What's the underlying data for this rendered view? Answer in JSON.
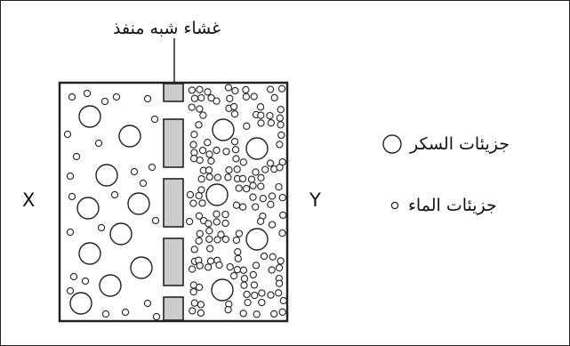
{
  "labels": {
    "membrane": "غشاء شبه منفذ",
    "x": "X",
    "y": "Y"
  },
  "legend": {
    "sugar": "جزيئات السكر",
    "water": "جزيئات الماء"
  },
  "colors": {
    "stroke": "#222222",
    "membrane_fill": "#cccccc"
  }
}
